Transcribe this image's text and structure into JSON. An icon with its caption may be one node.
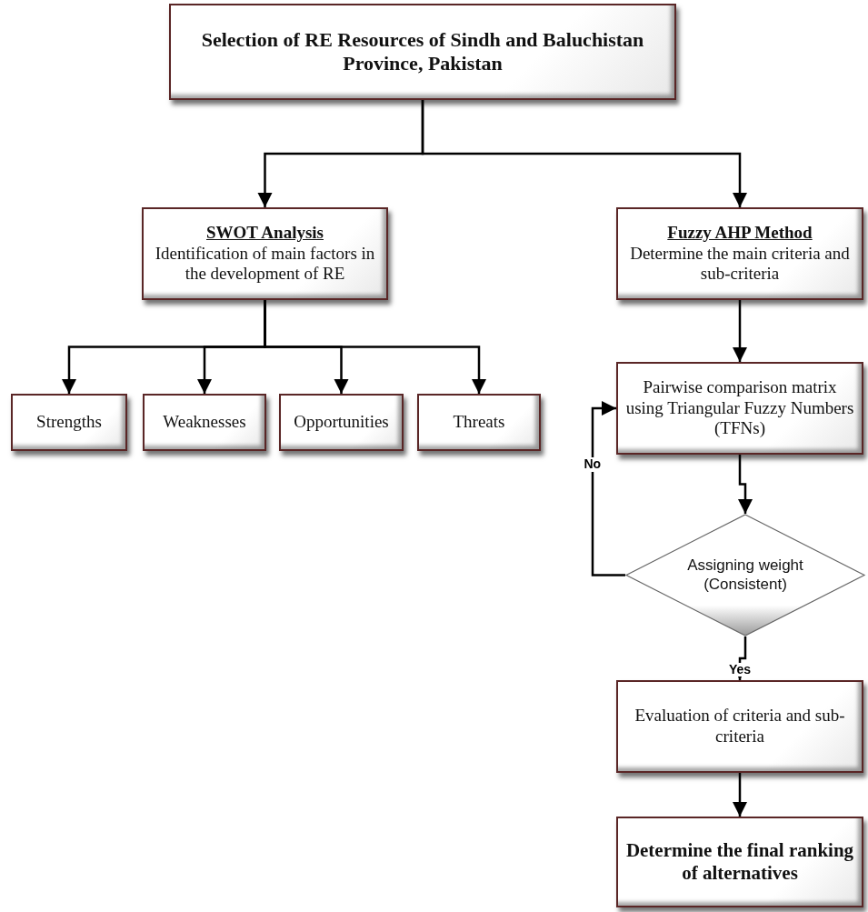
{
  "diagram": {
    "nodes": [
      {
        "text": [
          "Selection of RE Resources of Sindh and Baluchistan Province, Pakistan"
        ]
      },
      {
        "text": [
          "SWOT Analysis",
          "Identification of main factors in the development of RE"
        ]
      },
      {
        "text": [
          "Fuzzy AHP Method",
          "Determine the main criteria and sub-criteria"
        ]
      },
      {
        "text": [
          "Strengths"
        ]
      },
      {
        "text": [
          "Weaknesses"
        ]
      },
      {
        "text": [
          "Opportunities"
        ]
      },
      {
        "text": [
          "Threats"
        ]
      },
      {
        "text": [
          "Pairwise comparison matrix using Triangular Fuzzy Numbers (TFNs)"
        ]
      },
      {
        "text": [
          "Assigning weight (Consistent)"
        ]
      },
      {
        "text": [
          "Evaluation of criteria and sub-criteria"
        ]
      },
      {
        "text": [
          "Determine the final ranking of alternatives"
        ]
      }
    ],
    "edges": [
      {
        "from": 0,
        "to": 1,
        "arrow": "to"
      },
      {
        "from": 0,
        "to": 2,
        "arrow": "to"
      },
      {
        "from": 1,
        "to": 3,
        "arrow": "to"
      },
      {
        "from": 1,
        "to": 4,
        "arrow": "to"
      },
      {
        "from": 1,
        "to": 5,
        "arrow": "to"
      },
      {
        "from": 1,
        "to": 6,
        "arrow": "to"
      },
      {
        "from": 2,
        "to": 7,
        "arrow": "to"
      },
      {
        "from": 7,
        "to": 8,
        "arrow": "to"
      },
      {
        "from": 8,
        "to": 7,
        "arrow": "to",
        "label": "No"
      },
      {
        "from": 8,
        "to": 9,
        "arrow": "to",
        "label": "Yes"
      },
      {
        "from": 9,
        "to": 10,
        "arrow": "to"
      }
    ]
  }
}
